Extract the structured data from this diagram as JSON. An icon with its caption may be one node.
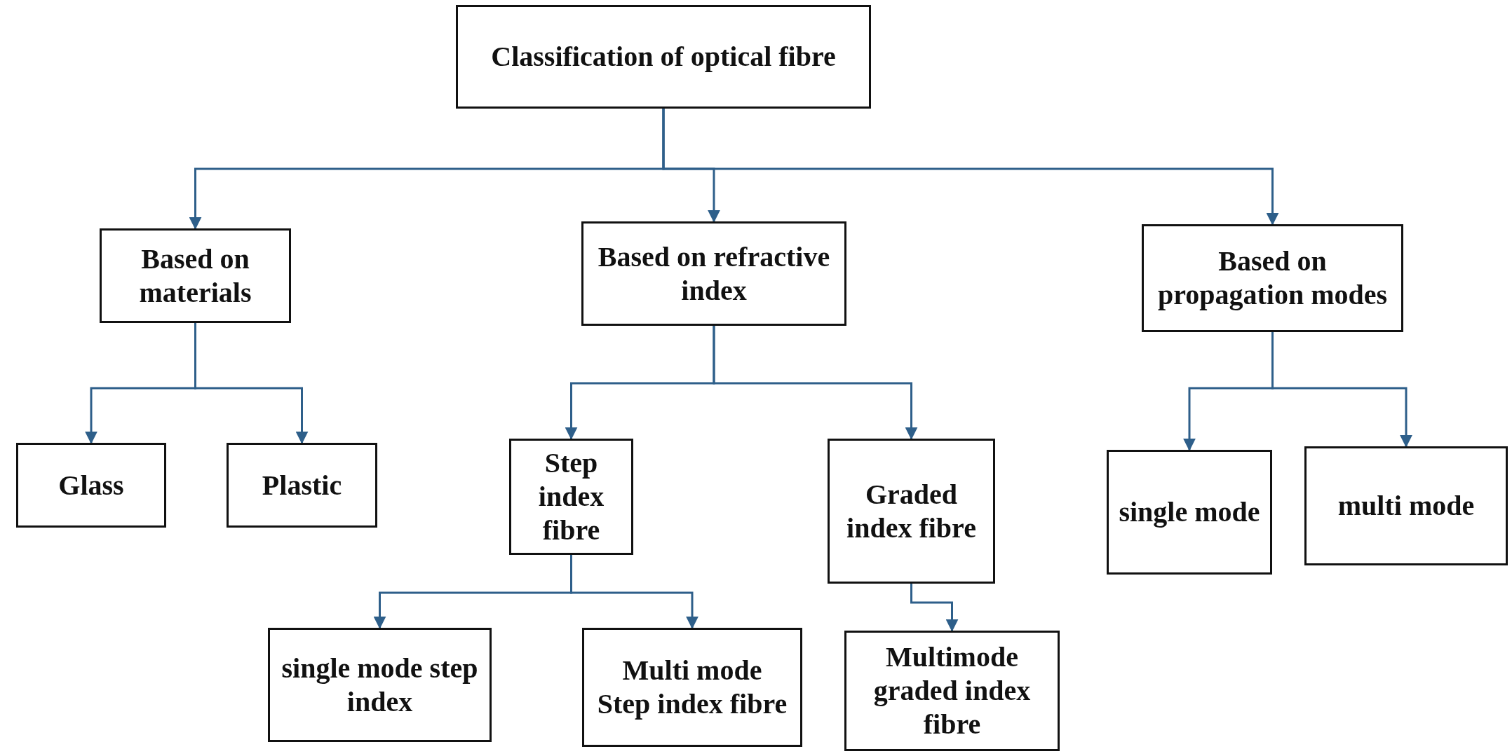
{
  "diagram": {
    "nodes": [
      {
        "text": [
          "Classification of optical fibre"
        ]
      },
      {
        "text": [
          "Based on materials"
        ]
      },
      {
        "text": [
          "Based on refractive index"
        ]
      },
      {
        "text": [
          "Based on propagation modes"
        ]
      },
      {
        "text": [
          "Glass"
        ]
      },
      {
        "text": [
          "Plastic"
        ]
      },
      {
        "text": [
          "Step index fibre"
        ]
      },
      {
        "text": [
          "Graded index fibre"
        ]
      },
      {
        "text": [
          "single mode"
        ]
      },
      {
        "text": [
          "multi mode"
        ]
      },
      {
        "text": [
          "single mode step index"
        ]
      },
      {
        "text": [
          "Multi mode Step index fibre"
        ]
      },
      {
        "text": [
          "Multimode graded index fibre"
        ]
      }
    ],
    "edges": [
      {
        "from": 0,
        "to": 1,
        "arrow": "to"
      },
      {
        "from": 0,
        "to": 2,
        "arrow": "to"
      },
      {
        "from": 0,
        "to": 3,
        "arrow": "to"
      },
      {
        "from": 1,
        "to": 4,
        "arrow": "to"
      },
      {
        "from": 1,
        "to": 5,
        "arrow": "to"
      },
      {
        "from": 2,
        "to": 6,
        "arrow": "to"
      },
      {
        "from": 2,
        "to": 7,
        "arrow": "to"
      },
      {
        "from": 3,
        "to": 8,
        "arrow": "to"
      },
      {
        "from": 3,
        "to": 9,
        "arrow": "to"
      },
      {
        "from": 6,
        "to": 10,
        "arrow": "to"
      },
      {
        "from": 6,
        "to": 11,
        "arrow": "to"
      },
      {
        "from": 7,
        "to": 12,
        "arrow": "to"
      }
    ]
  }
}
